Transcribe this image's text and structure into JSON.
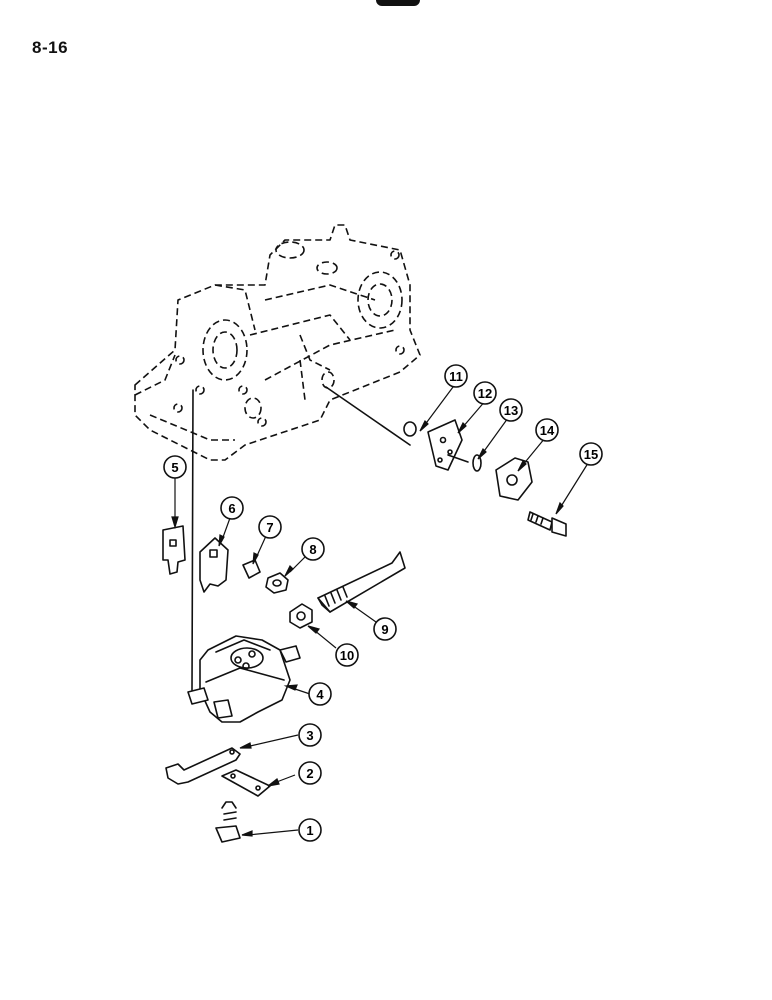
{
  "page": {
    "number": "8-16"
  },
  "callouts": [
    {
      "id": "1",
      "label": "1"
    },
    {
      "id": "2",
      "label": "2"
    },
    {
      "id": "3",
      "label": "3"
    },
    {
      "id": "4",
      "label": "4"
    },
    {
      "id": "5",
      "label": "5"
    },
    {
      "id": "6",
      "label": "6"
    },
    {
      "id": "7",
      "label": "7"
    },
    {
      "id": "8",
      "label": "8"
    },
    {
      "id": "9",
      "label": "9"
    },
    {
      "id": "10",
      "label": "10"
    },
    {
      "id": "11",
      "label": "11"
    },
    {
      "id": "12",
      "label": "12"
    },
    {
      "id": "13",
      "label": "13"
    },
    {
      "id": "14",
      "label": "14"
    },
    {
      "id": "15",
      "label": "15"
    }
  ]
}
